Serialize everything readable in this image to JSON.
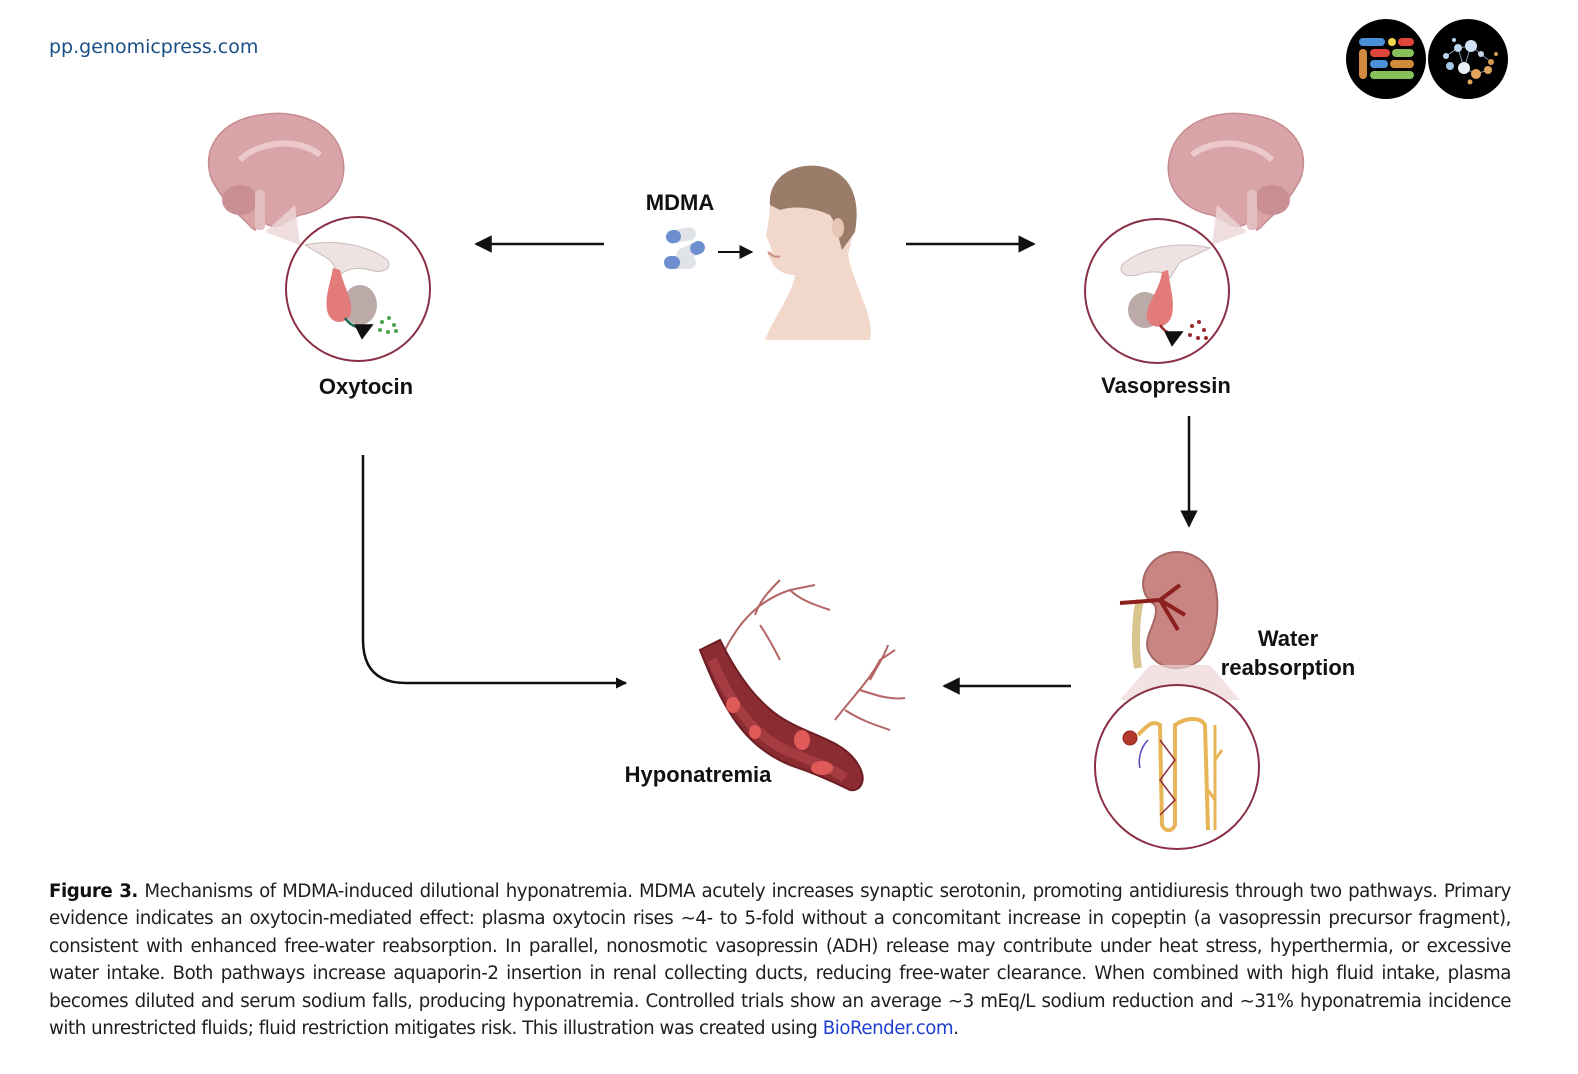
{
  "header": {
    "site_url": "pp.genomicpress.com",
    "logos": [
      {
        "name": "genomic-press-bars-logo",
        "colors": [
          "#4a90d9",
          "#f2d64b",
          "#e0443a",
          "#d28b3c",
          "#86c05a"
        ]
      },
      {
        "name": "brain-network-logo",
        "colors": [
          "#bcd6f0",
          "#e0a45c"
        ]
      }
    ]
  },
  "diagram": {
    "nodes": {
      "mdma": {
        "label": "MDMA",
        "icon": "pills-icon"
      },
      "person": {
        "icon": "human-head-profile-icon"
      },
      "oxytocin": {
        "label": "Oxytocin",
        "icon": "brain-pituitary-posterior-icon",
        "release_color": "#4aa34a"
      },
      "vasopressin": {
        "label": "Vasopressin",
        "icon": "brain-pituitary-icon",
        "release_color": "#9a2a2a"
      },
      "water_reabsorption": {
        "label_line1": "Water",
        "label_line2": "reabsorption",
        "icon": "kidney-nephron-icon"
      },
      "hyponatremia": {
        "label": "Hyponatremia",
        "icon": "blood-vessel-icon"
      }
    },
    "edges": [
      {
        "from": "person",
        "to": "oxytocin"
      },
      {
        "from": "mdma",
        "to": "person"
      },
      {
        "from": "person",
        "to": "vasopressin"
      },
      {
        "from": "vasopressin",
        "to": "water_reabsorption"
      },
      {
        "from": "oxytocin",
        "to": "hyponatremia"
      },
      {
        "from": "water_reabsorption",
        "to": "hyponatremia"
      }
    ]
  },
  "caption": {
    "figure_label": "Figure 3.",
    "text": " Mechanisms of MDMA-induced dilutional hyponatremia. MDMA acutely increases synaptic serotonin, promoting antidiuresis through two pathways. Primary evidence indicates an oxytocin-mediated effect: plasma oxytocin rises ∼4- to 5-fold without a concomitant increase in copeptin (a vasopressin precursor fragment), consistent with enhanced free-water reabsorption. In parallel, nonosmotic vasopressin (ADH) release may contribute under heat stress, hyperthermia, or excessive water intake. Both pathways increase aquaporin-2 insertion in renal collecting ducts, reducing free-water clearance. When combined with high fluid intake, plasma becomes diluted and serum sodium falls, producing hyponatremia. Controlled trials show an average ∼3 mEq/L sodium reduction and ∼31% hyponatremia incidence with unrestricted fluids; fluid restriction mitigates risk. This illustration was created using ",
    "link_text": "BioRender.com",
    "link_color": "#1f3fcf",
    "trailing": "."
  }
}
